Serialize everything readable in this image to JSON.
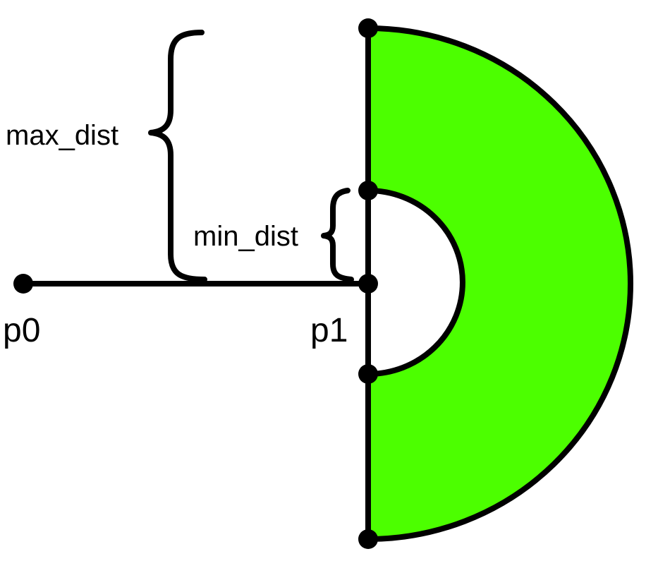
{
  "labels": {
    "max_dist": "max_dist",
    "min_dist": "min_dist",
    "p0": "p0",
    "p1": "p1"
  },
  "colors": {
    "region_fill": "#4cff00",
    "stroke": "#000000",
    "background": "#ffffff"
  }
}
